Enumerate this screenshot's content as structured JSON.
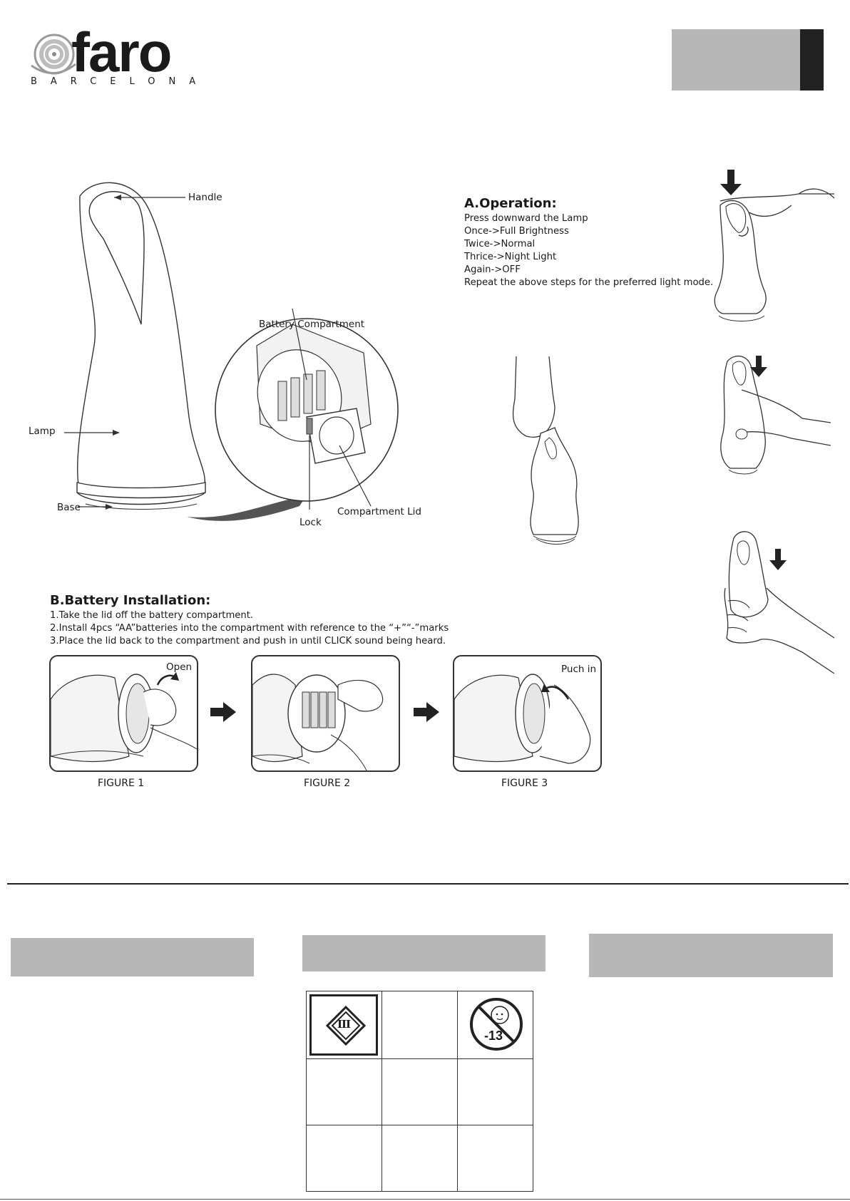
{
  "brand": {
    "name": "faro",
    "sub": "BARCELONA"
  },
  "diagram": {
    "handle": "Handle",
    "lamp": "Lamp",
    "base": "Base",
    "battery_compartment": "Battery Compartment",
    "compartment_lid": "Compartment Lid",
    "lock": "Lock"
  },
  "operation": {
    "title": "A.Operation:",
    "lines": [
      "Press downward the Lamp",
      "Once->Full Brightness",
      "Twice->Normal",
      "Thrice->Night Light",
      "Again->OFF",
      "Repeat the above steps for the preferred light mode."
    ]
  },
  "battery": {
    "title": "B.Battery Installation:",
    "steps": [
      "1.Take the lid off the battery compartment.",
      "2.Install 4pcs “AA”batteries into the compartment with reference to the “+”“-”marks",
      "3.Place the lid back to the compartment and push in until CLICK sound being heard."
    ],
    "figures": [
      {
        "caption": "FIGURE 1",
        "tag": "Open"
      },
      {
        "caption": "FIGURE 2",
        "tag": ""
      },
      {
        "caption": "FIGURE 3",
        "tag": "Puch in"
      }
    ]
  },
  "symbols": {
    "class3": "III",
    "age": "-13"
  },
  "icons": [
    "faro-logo-icon",
    "class-iii-icon",
    "no-children-icon",
    "arrow-right-icon",
    "arrow-down-icon"
  ]
}
